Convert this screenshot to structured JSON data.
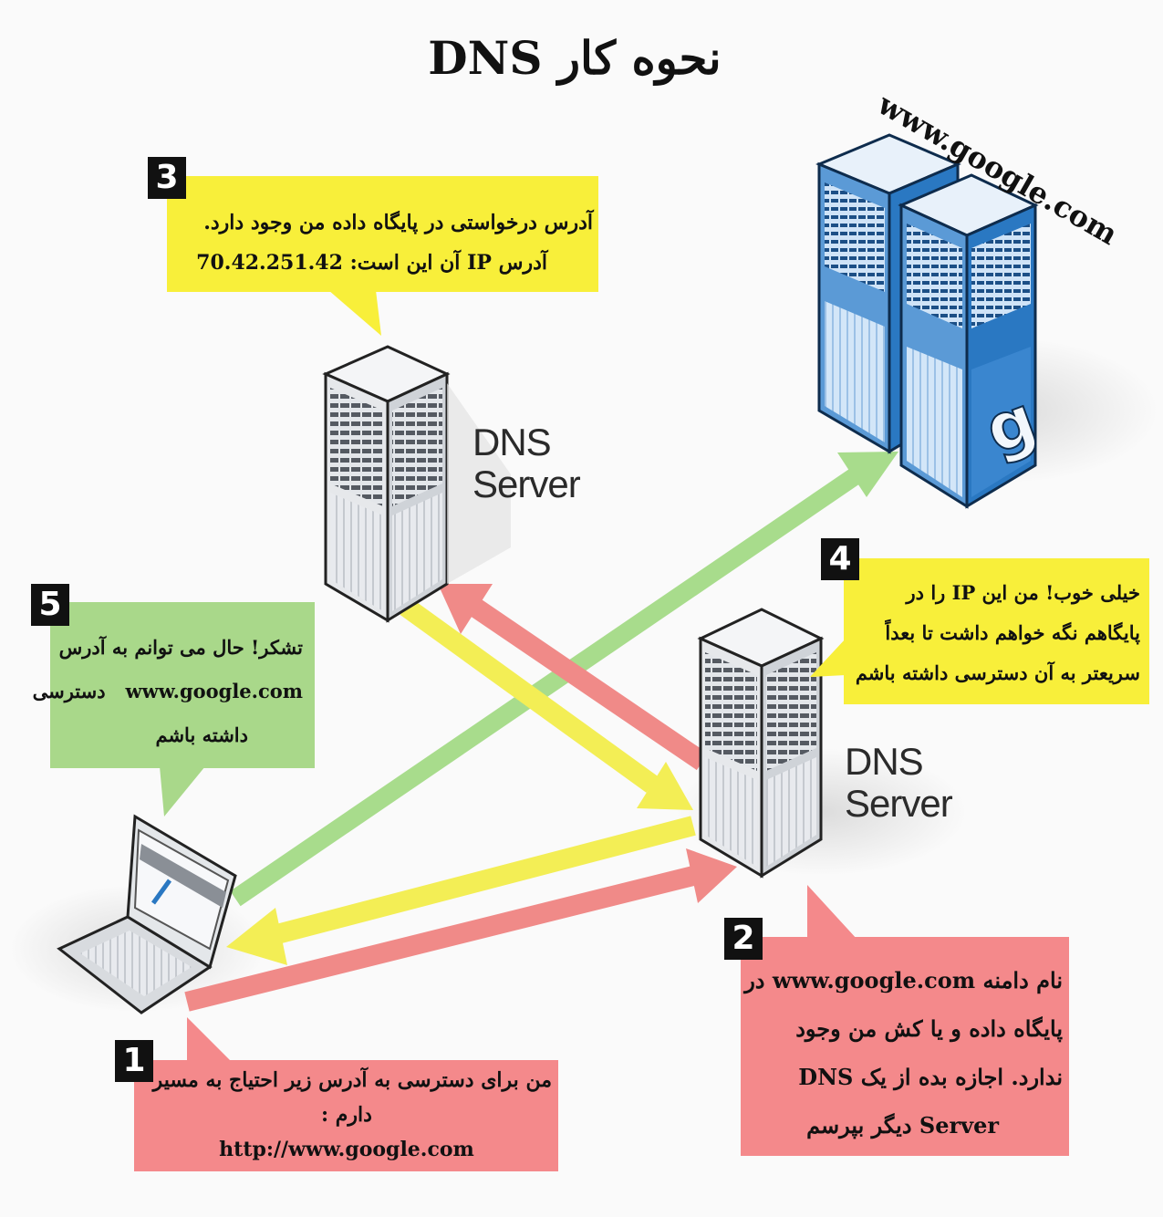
{
  "title": "نحوه کار DNS",
  "target_domain": "www.google.com",
  "servers": {
    "top_label_line1": "DNS",
    "top_label_line2": "Server",
    "right_label_line1": "DNS",
    "right_label_line2": "Server",
    "web_server_logo": "g"
  },
  "steps": [
    {
      "number": "1",
      "lines": [
        "من برای دسترسی به آدرس زیر احتیاج به مسیر",
        "دارم :",
        "http://www.google.com"
      ],
      "color": "#f4898b"
    },
    {
      "number": "2",
      "lines": [
        "نام دامنه www.google.com در",
        "پایگاه داده و یا کش من وجود",
        "ندارد. اجازه بده از یک DNS",
        "Server دیگر بپرسم"
      ],
      "color": "#f4898b"
    },
    {
      "number": "3",
      "lines": [
        "آدرس درخواستی در پایگاه داده من وجود دارد.",
        "آدرس IP آن این است: 70.42.251.42"
      ],
      "color": "#f8ef3a"
    },
    {
      "number": "4",
      "lines": [
        "خیلی خوب! من این IP را در",
        "پایگاهم نگه خواهم داشت تا بعداً",
        "سریعتر به آن دسترسی داشته باشم"
      ],
      "color": "#f8ef3a"
    },
    {
      "number": "5",
      "lines": [
        "تشکر! حال می توانم به آدرس",
        "www.google.com   دسترسی",
        "داشته باشم"
      ],
      "color": "#a9d88a"
    }
  ],
  "colors": {
    "red_arrow": "#f08a88",
    "yellow_arrow": "#f3ee55",
    "green_arrow": "#a8dc8c",
    "server_blue": "#2a78c2"
  }
}
